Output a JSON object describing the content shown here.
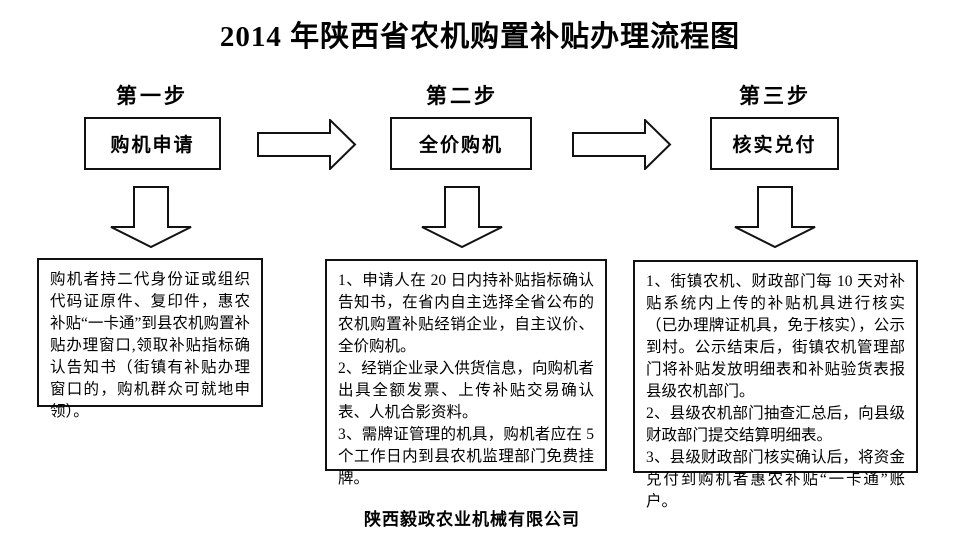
{
  "title": "2014 年陕西省农机购置补贴办理流程图",
  "steps": [
    {
      "label": "第一步",
      "box": "购机申请",
      "detail": "购机者持二代身份证或组织代码证原件、复印件，惠农补贴“一卡通”到县农机购置补贴办理窗口,领取补贴指标确认告知书（街镇有补贴办理窗口的，购机群众可就地申领）。"
    },
    {
      "label": "第二步",
      "box": "全价购机",
      "detail": "1、申请人在 20 日内持补贴指标确认告知书，在省内自主选择全省公布的农机购置补贴经销企业，自主议价、全价购机。\n2、经销企业录入供货信息，向购机者出具全额发票、上传补贴交易确认表、人机合影资料。\n3、需牌证管理的机具，购机者应在 5 个工作日内到县农机监理部门免费挂牌。"
    },
    {
      "label": "第三步",
      "box": "核实兑付",
      "detail": "1、街镇农机、财政部门每 10 天对补贴系统内上传的补贴机具进行核实（已办理牌证机具，免于核实），公示到村。公示结束后，街镇农机管理部门将补贴发放明细表和补贴验货表报县级农机部门。\n2、县级农机部门抽查汇总后，向县级财政部门提交结算明细表。\n3、县级财政部门核实确认后，将资金兑付到购机者惠农补贴“一卡通”账户。"
    }
  ],
  "footer": "陕西毅政农业机械有限公司",
  "icons": {
    "arrow_right": "flow direction right",
    "arrow_down": "flow direction down"
  },
  "colors": {
    "background": "#ffffff",
    "line": "#111111",
    "text": "#000000"
  }
}
